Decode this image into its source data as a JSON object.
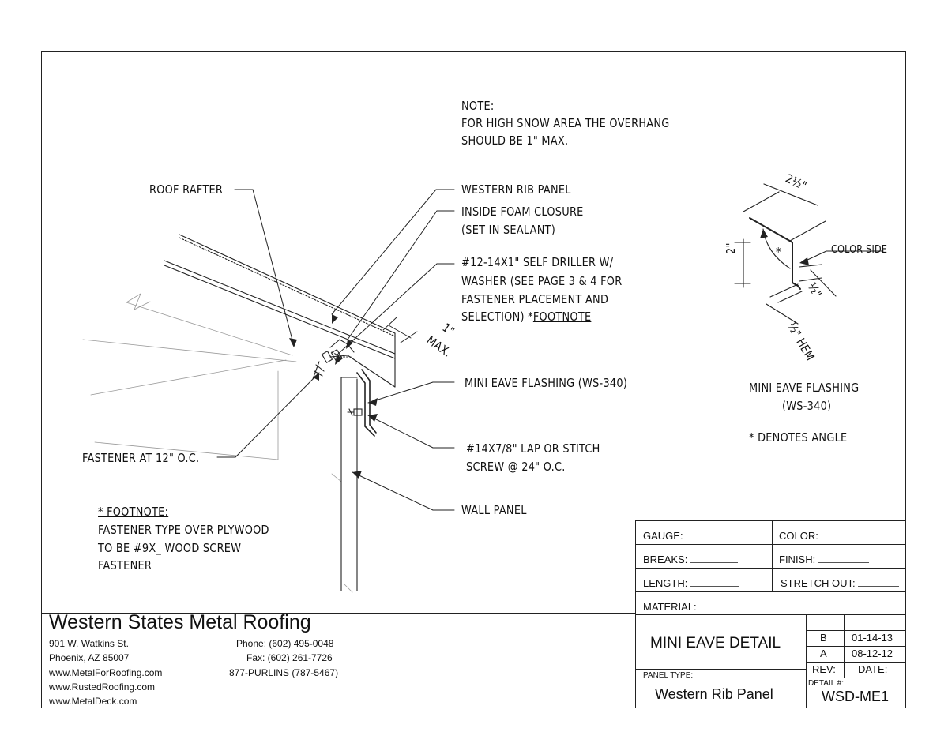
{
  "note": {
    "heading": "NOTE:",
    "lines": [
      "FOR HIGH SNOW AREA THE OVERHANG",
      "SHOULD BE 1\" MAX."
    ]
  },
  "callouts": {
    "roof_rafter": "ROOF RAFTER",
    "western_rib_panel": "WESTERN RIB PANEL",
    "foam_closure": [
      "INSIDE FOAM CLOSURE",
      "(SET IN SEALANT)"
    ],
    "self_driller": [
      "#12-14X1\" SELF DRILLER W/",
      "WASHER (SEE PAGE 3 & 4 FOR",
      "FASTENER PLACEMENT AND"
    ],
    "self_driller_last": "SELECTION) *",
    "self_driller_footnote_link": "FOOTNOTE",
    "overhang_dim": "1\"",
    "overhang_max": "MAX.",
    "mini_eave_flashing": "MINI EAVE FLASHING (WS-340)",
    "lap_screw": [
      "#14X7/8\" LAP OR STITCH",
      "SCREW @ 24\" O.C."
    ],
    "wall_panel": "WALL PANEL",
    "fastener_oc": "FASTENER AT 12\" O.C."
  },
  "footnote": {
    "heading": "* FOOTNOTE:",
    "lines": [
      "FASTENER TYPE OVER PLYWOOD",
      "TO BE #9X_ WOOD SCREW",
      "FASTENER"
    ]
  },
  "detail": {
    "dim_top": "2½\"",
    "dim_left": "2\"",
    "dim_half": "½\"",
    "dim_hem": "½\" HEM",
    "angle_mark": "*",
    "color_side": "COLOR SIDE",
    "caption": [
      "MINI EAVE FLASHING",
      "(WS-340)"
    ],
    "angle_note": "* DENOTES ANGLE"
  },
  "company": {
    "name": "Western States Metal Roofing",
    "address1": "901 W. Watkins St.",
    "address2": "Phoenix, AZ 85007",
    "web1": "www.MetalForRoofing.com",
    "web2": "www.RustedRoofing.com",
    "web3": "www.MetalDeck.com",
    "phone": "Phone: (602) 495-0048",
    "fax": "Fax: (602) 261-7726",
    "tollfree": "877-PURLINS (787-5467)"
  },
  "title_block": {
    "gauge": "GAUGE:",
    "color": "COLOR:",
    "breaks": "BREAKS:",
    "finish": "FINISH:",
    "length": "LENGTH:",
    "stretch_out": "STRETCH OUT:",
    "material": "MATERIAL:",
    "drawing_title": "MINI EAVE DETAIL",
    "panel_type_label": "PANEL TYPE:",
    "panel_type": "Western Rib Panel",
    "revisions": [
      {
        "rev": "B",
        "date": "01-14-13"
      },
      {
        "rev": "A",
        "date": "08-12-12"
      }
    ],
    "rev_header": "REV:",
    "date_header": "DATE:",
    "detail_label": "DETAIL #:",
    "detail_number": "WSD-ME1"
  }
}
